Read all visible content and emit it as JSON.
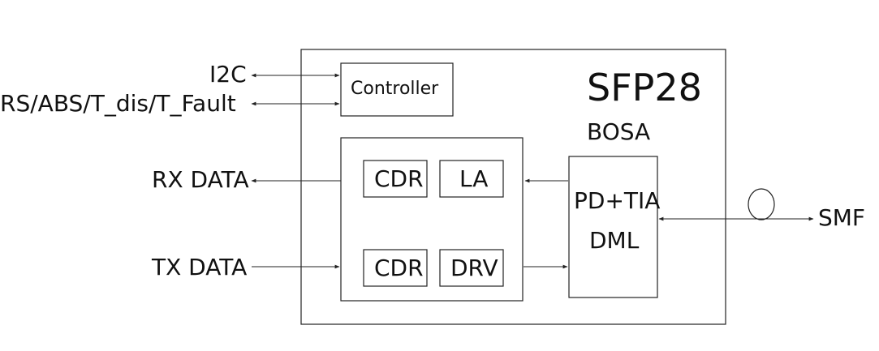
{
  "title": "SFP28",
  "bosa_label": "BOSA",
  "controller_label": "Controller",
  "signals": {
    "i2c": "I2C",
    "ctrl": "RS/ABS/T_dis/T_Fault",
    "rx": "RX DATA",
    "tx": "TX DATA",
    "smf": "SMF"
  },
  "blocks": {
    "rx_cdr": "CDR",
    "la": "LA",
    "tx_cdr": "CDR",
    "drv": "DRV",
    "bosa_line1": "PD+TIA",
    "bosa_line2": "DML"
  }
}
